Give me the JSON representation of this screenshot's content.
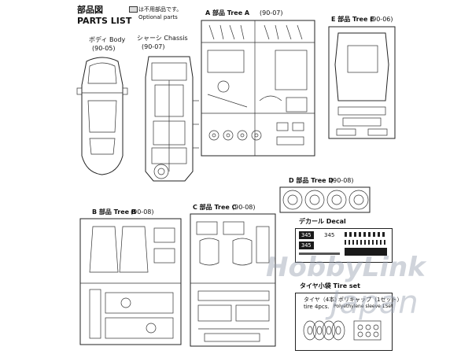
{
  "header": {
    "title_jp": "部品図",
    "title_en": "PARTS LIST",
    "legend_text_jp": "は不用部品です。",
    "legend_text_en": "Optional parts"
  },
  "body": {
    "label": "ボディ Body",
    "code": "(90-05)"
  },
  "chassis": {
    "label": "シャーシ Chassis",
    "code": "(90-07)"
  },
  "tree_a": {
    "label": "A 部品 Tree A",
    "code": "(90-07)"
  },
  "tree_e": {
    "label": "E 部品 Tree E",
    "code": "(90-06)"
  },
  "tree_d": {
    "label": "D 部品 Tree D",
    "code": "(90-08)"
  },
  "tree_b": {
    "label": "B 部品 Tree B",
    "code": "(90-08)"
  },
  "tree_c": {
    "label": "C 部品 Tree C",
    "code": "(90-08)"
  },
  "decal": {
    "label": "デカール Decal",
    "plate1": "345",
    "plate2": "345",
    "plate3": "345"
  },
  "tires": {
    "label": "タイヤ小袋 Tire set",
    "tire_jp": "タイヤ（4本）",
    "tire_en": "tire 4pcs.",
    "sleeve_jp": "ポリキャップ（1セット）",
    "sleeve_en": "Polyethylene sleeve 1Set"
  },
  "watermark": {
    "brand": "HobbyLink",
    "sub": "Japan"
  },
  "colors": {
    "ink": "#111111",
    "paper": "#ffffff",
    "watermark": "#9aa0af"
  }
}
